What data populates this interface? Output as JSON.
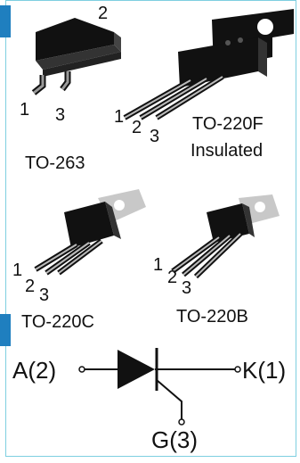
{
  "colors": {
    "accent": "#1f7fbf",
    "frame": "#7ecfe0",
    "package": "#111111",
    "tab_metal": "#c8c8c8"
  },
  "packages": [
    {
      "label": "TO-263",
      "pins": [
        "2",
        "1",
        "3"
      ]
    },
    {
      "label_line1": "TO-220F",
      "label_line2": "Insulated",
      "pins": [
        "1",
        "2",
        "3"
      ]
    },
    {
      "label": "TO-220C",
      "pins": [
        "1",
        "2",
        "3"
      ]
    },
    {
      "label": "TO-220B",
      "pins": [
        "1",
        "2",
        "3"
      ]
    }
  ],
  "symbol": {
    "anode": "A(2)",
    "cathode": "K(1)",
    "gate": "G(3)"
  }
}
